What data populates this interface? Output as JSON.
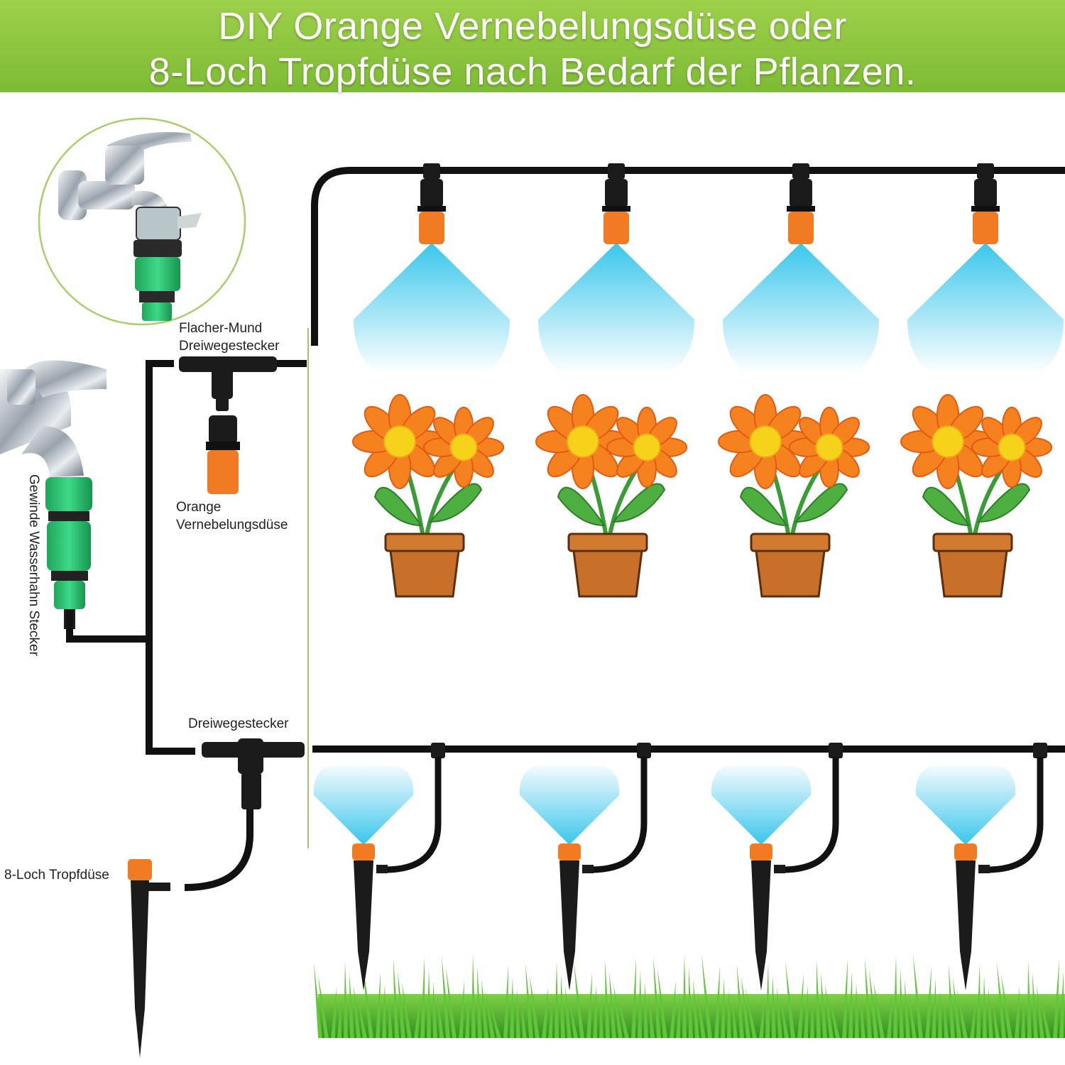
{
  "header": {
    "line1": "DIY Orange Vernebelungsdüse oder",
    "line2": "8-Loch Tropfdüse nach Bedarf der Pflanzen."
  },
  "labels": {
    "flat_connector": [
      "Flacher-Mund",
      "Dreiwegestecker"
    ],
    "orange_nozzle": [
      "Orange",
      "Vernebelungsdüse"
    ],
    "tap_connector": "Gewinde Wasserhahn Stecker",
    "tee_connector": "Dreiwegestecker",
    "drip_nozzle": "8-Loch Tropfdüse"
  },
  "colors": {
    "banner": "#8cc63f",
    "pipe": "#111111",
    "nozzle_orange": "#f07b22",
    "mist_blue": "#35c4e8",
    "pot": "#c8702a",
    "petal": "#f5821f",
    "flower_center": "#f7d21b",
    "leaf": "#3a9c35",
    "grass": "#4db330",
    "connector_green": "#2ec27a",
    "divider": "#9cc869"
  },
  "icons": [
    "faucet-icon",
    "quick-connector-icon",
    "tee-connector-icon",
    "mist-nozzle-icon",
    "flower-pot-icon",
    "drip-stake-icon",
    "grass-icon"
  ]
}
